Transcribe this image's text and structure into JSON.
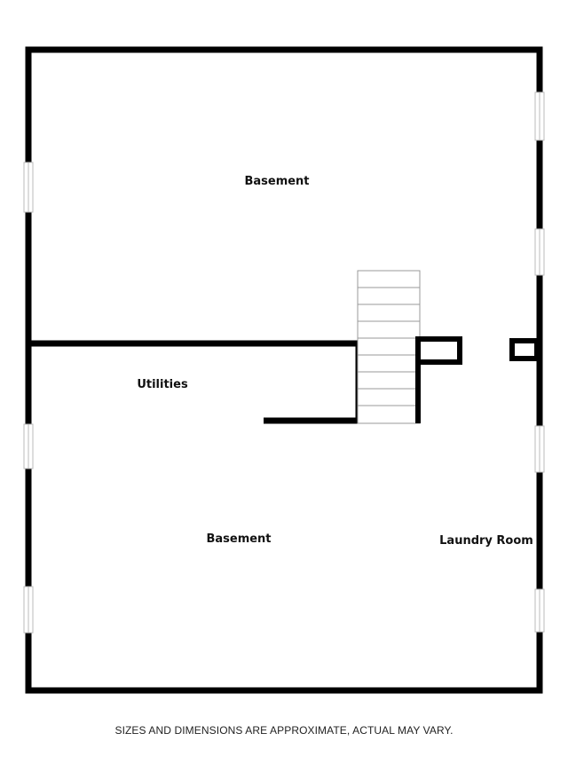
{
  "rooms": {
    "upper_basement": "Basement",
    "utilities": "Utilities",
    "lower_basement": "Basement",
    "laundry_room": "Laundry Room"
  },
  "disclaimer": "SIZES AND DIMENSIONS ARE APPROXIMATE, ACTUAL MAY VARY.",
  "colors": {
    "wall": "#000000",
    "window": "#cccccc",
    "stair_line": "#999999"
  }
}
